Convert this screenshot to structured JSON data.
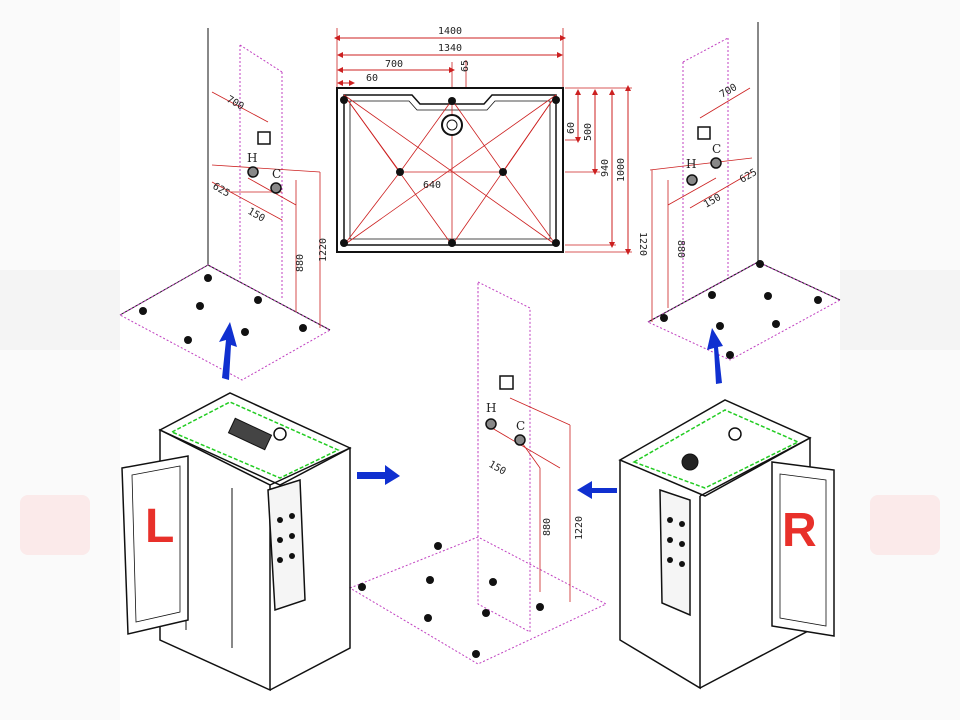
{
  "colors": {
    "dimension_red": "#cc2020",
    "guide_magenta": "#c040c0",
    "arrow_blue": "#1030d0",
    "label_red": "#e8302a",
    "leds_green": "#22cc22",
    "line_black": "#111111"
  },
  "icons": [
    "arrow-up-icon",
    "arrow-right-icon",
    "arrow-left-icon"
  ],
  "plan": {
    "dims": [
      "1400",
      "1340",
      "700",
      "60",
      "65",
      "640",
      "60",
      "500",
      "940",
      "1000"
    ]
  },
  "walls": {
    "left": {
      "dims": [
        "700",
        "625",
        "150",
        "880",
        "1220"
      ],
      "hot": "H",
      "cold": "C"
    },
    "right": {
      "dims": [
        "700",
        "625",
        "150",
        "880",
        "1220"
      ],
      "hot": "H",
      "cold": "C"
    },
    "center": {
      "dims": [
        "150",
        "880",
        "1220"
      ],
      "hot": "H",
      "cold": "C"
    }
  },
  "cabins": {
    "left": {
      "label": "L"
    },
    "right": {
      "label": "R"
    }
  }
}
